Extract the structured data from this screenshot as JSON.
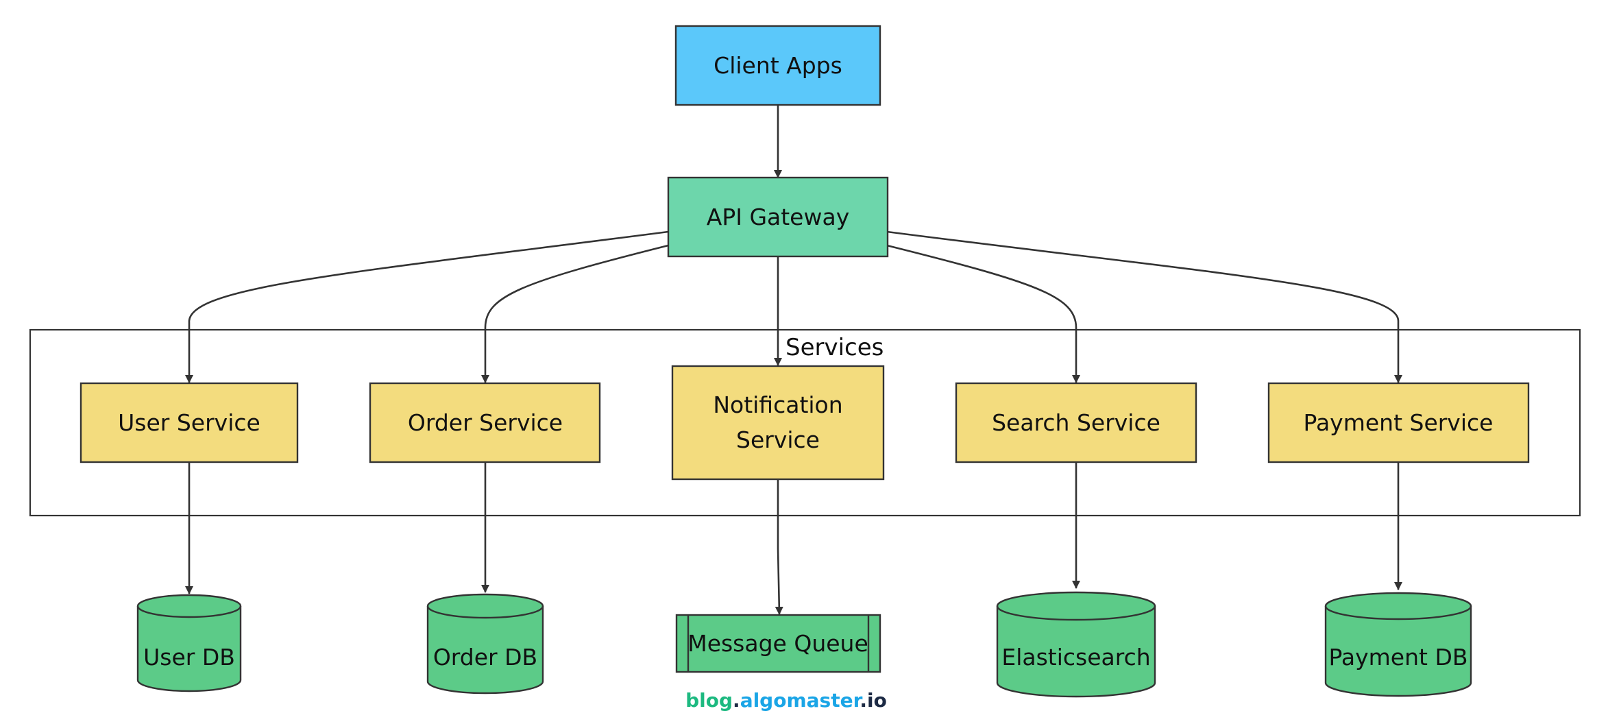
{
  "diagram": {
    "colors": {
      "client": "#5BC8FA",
      "gateway": "#6DD6AB",
      "service": "#F3DC7E",
      "storage": "#5CCB88",
      "stroke": "#333333",
      "watermark_blog": "#1DB980",
      "watermark_algomaster": "#1AA5E6",
      "watermark_io": "#1C2A44"
    },
    "nodes": {
      "client": {
        "label": "Client Apps"
      },
      "gateway": {
        "label": "API Gateway"
      },
      "user_service": {
        "label": "User Service"
      },
      "order_service": {
        "label": "Order Service"
      },
      "notification_service": {
        "line1": "Notification",
        "line2": "Service"
      },
      "search_service": {
        "label": "Search Service"
      },
      "payment_service": {
        "label": "Payment Service"
      },
      "user_db": {
        "label": "User DB"
      },
      "order_db": {
        "label": "Order DB"
      },
      "message_queue": {
        "label": "Message Queue"
      },
      "elasticsearch": {
        "label": "Elasticsearch"
      },
      "payment_db": {
        "label": "Payment DB"
      }
    },
    "group": {
      "label": "Services"
    },
    "edges": [
      {
        "from": "Client Apps",
        "to": "API Gateway"
      },
      {
        "from": "API Gateway",
        "to": "User Service"
      },
      {
        "from": "API Gateway",
        "to": "Order Service"
      },
      {
        "from": "API Gateway",
        "to": "Notification Service"
      },
      {
        "from": "API Gateway",
        "to": "Search Service"
      },
      {
        "from": "API Gateway",
        "to": "Payment Service"
      },
      {
        "from": "User Service",
        "to": "User DB"
      },
      {
        "from": "Order Service",
        "to": "Order DB"
      },
      {
        "from": "Notification Service",
        "to": "Message Queue"
      },
      {
        "from": "Search Service",
        "to": "Elasticsearch"
      },
      {
        "from": "Payment Service",
        "to": "Payment DB"
      }
    ]
  },
  "watermark": {
    "blog": "blog",
    "dot1": ".",
    "algomaster": "algomaster",
    "dot2": ".",
    "io": "io"
  }
}
